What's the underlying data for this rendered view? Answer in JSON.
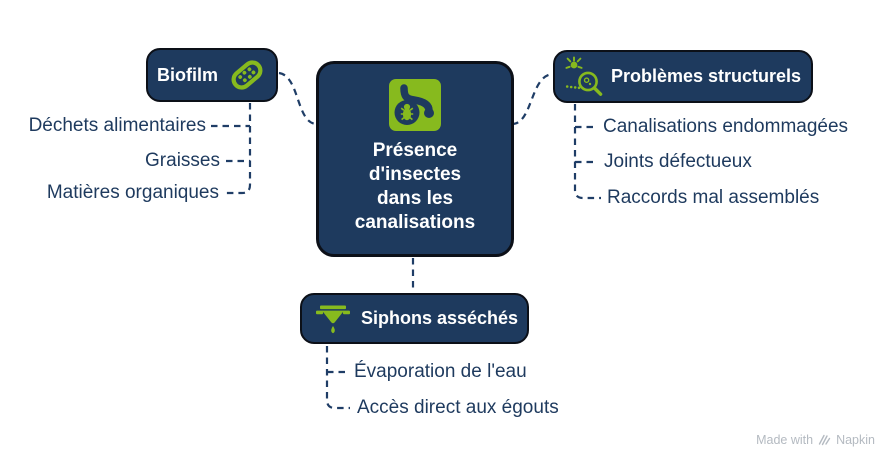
{
  "colors": {
    "node_fill": "#1e3a5e",
    "node_border": "#0c1018",
    "accent_green": "#87ba1e",
    "node_text": "#ffffff",
    "item_text": "#1e3a5e",
    "connector": "#1f3d66",
    "watermark": "#b4bac1",
    "background": "#ffffff"
  },
  "central": {
    "lines": [
      "Présence",
      "d'insectes",
      "dans les",
      "canalisations"
    ],
    "icon": "pipe-insect-icon"
  },
  "nodes": {
    "biofilm": {
      "label": "Biofilm",
      "icon": "microbe-icon",
      "items": [
        "Déchets alimentaires",
        "Graisses",
        "Matières organiques"
      ]
    },
    "structural": {
      "label": "Problèmes structurels",
      "icon": "bug-magnifier-icon",
      "items": [
        "Canalisations endommagées",
        "Joints défectueux",
        "Raccords mal assemblés"
      ]
    },
    "siphons": {
      "label": "Siphons asséchés",
      "icon": "drain-drop-icon",
      "items": [
        "Évaporation de l'eau",
        "Accès direct aux égouts"
      ]
    }
  },
  "watermark": {
    "prefix": "Made with",
    "brand": "Napkin",
    "logo": "napkin-logo-icon"
  }
}
